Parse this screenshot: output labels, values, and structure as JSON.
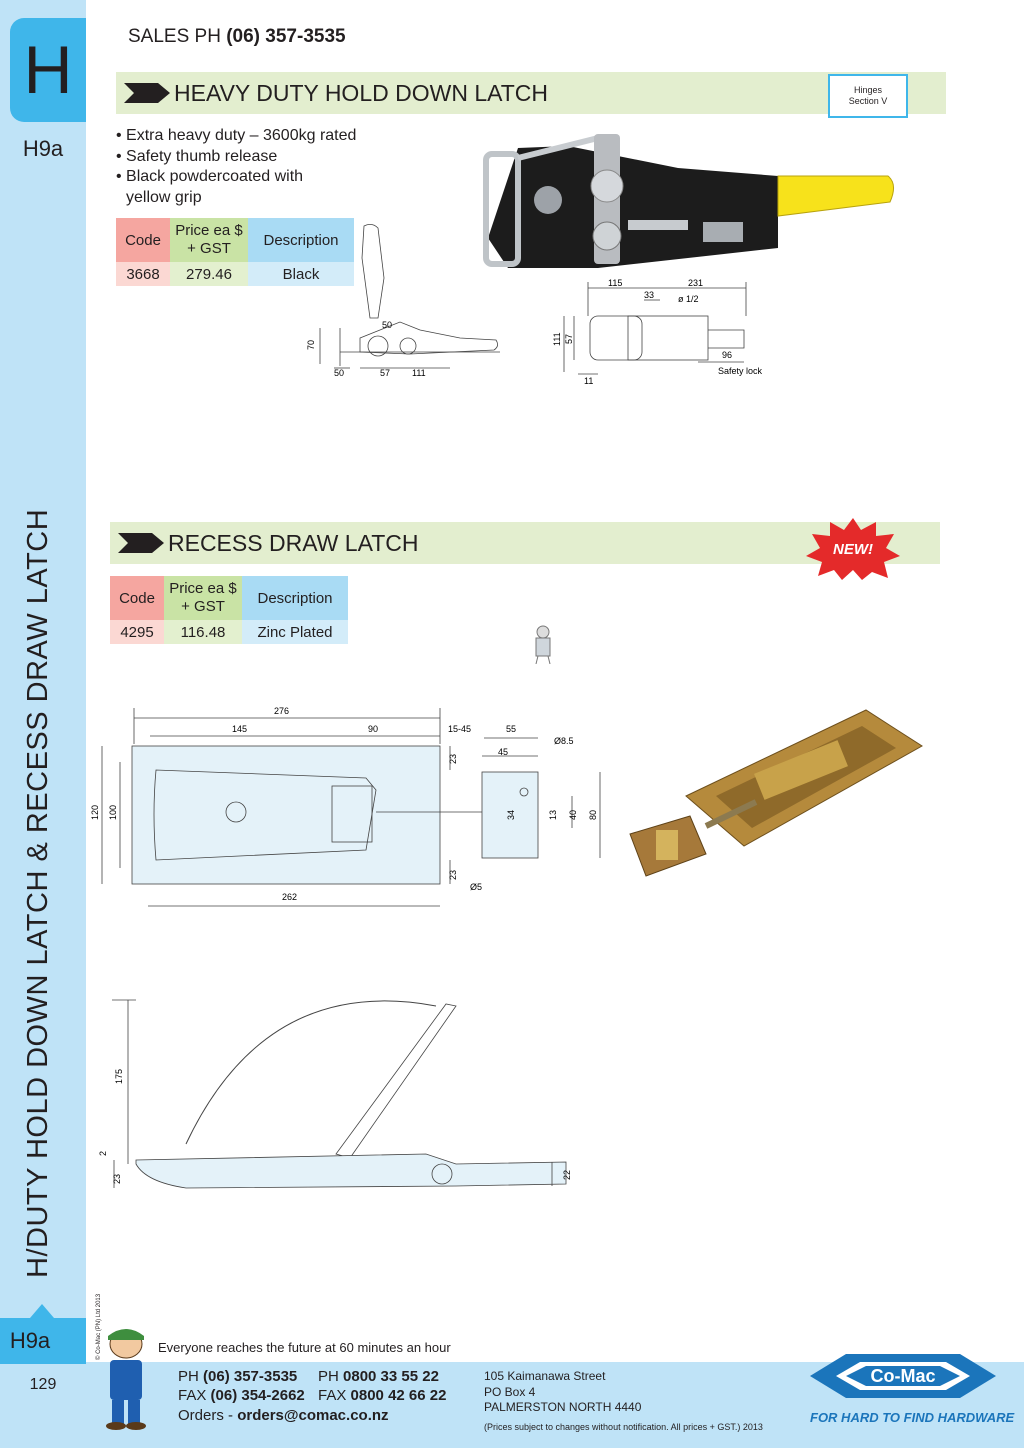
{
  "side": {
    "letter": "H",
    "tab_code": "H9a",
    "vertical_title": "H/DUTY HOLD DOWN LATCH & RECESS DRAW LATCH",
    "copyright": "© Co-Mac (PN) Ltd 2013",
    "foot_code": "H9a",
    "page_number": "129"
  },
  "header": {
    "sales_label": "SALES  PH",
    "sales_phone": "(06) 357-3535"
  },
  "section1": {
    "title": "HEAVY DUTY HOLD DOWN LATCH",
    "badge_line1": "Hinges",
    "badge_line2": "Section V",
    "bullets": [
      "• Extra heavy duty – 3600kg rated",
      "• Safety thumb release",
      "• Black powdercoated with",
      "  yellow grip"
    ],
    "table": {
      "headers": [
        "Code",
        "Price ea $ + GST",
        "Description"
      ],
      "rows": [
        [
          "3668",
          "279.46",
          "Black"
        ]
      ]
    },
    "dims_side": {
      "d70": "70",
      "d50a": "50",
      "d50b": "50",
      "d57": "57",
      "d111": "111"
    },
    "dims_top": {
      "d115": "115",
      "d231": "231",
      "d33": "33",
      "phi": "ø 1/2",
      "d111": "111",
      "d57": "57",
      "d96": "96",
      "d11": "11",
      "safety": "Safety lock"
    }
  },
  "section2": {
    "title": "RECESS DRAW LATCH",
    "new_label": "NEW!",
    "table": {
      "headers": [
        "Code",
        "Price ea $ + GST",
        "Description"
      ],
      "rows": [
        [
          "4295",
          "116.48",
          "Zinc Plated"
        ]
      ]
    },
    "dims_plan": {
      "d276": "276",
      "d145": "145",
      "d90": "90",
      "d1545": "15-45",
      "d55": "55",
      "d45": "45",
      "d85": "Ø8.5",
      "d23a": "23",
      "d120": "120",
      "d100": "100",
      "d34": "34",
      "d13": "13",
      "d40": "40",
      "d80": "80",
      "d23b": "23",
      "d5": "Ø5",
      "d262": "262"
    },
    "dims_side": {
      "d175": "175",
      "d2": "2",
      "d23": "23",
      "d22": "22"
    }
  },
  "footer": {
    "slogan": "Everyone reaches the future at 60 minutes an hour",
    "ph1_label": "PH",
    "ph1": "(06) 357-3535",
    "fax1_label": "FAX",
    "fax1": "(06) 354-2662",
    "ph2_label": "PH",
    "ph2": "0800 33 55 22",
    "fax2_label": "FAX",
    "fax2": "0800 42 66 22",
    "orders_label": "Orders -",
    "orders_email": "orders@comac.co.nz",
    "addr1": "105 Kaimanawa Street",
    "addr2": "PO Box 4",
    "addr3": "PALMERSTON NORTH 4440",
    "note": "(Prices subject to changes without notification.  All prices + GST.)  2013",
    "brand": "Co-Mac",
    "tagline": "FOR HARD TO FIND HARDWARE"
  }
}
